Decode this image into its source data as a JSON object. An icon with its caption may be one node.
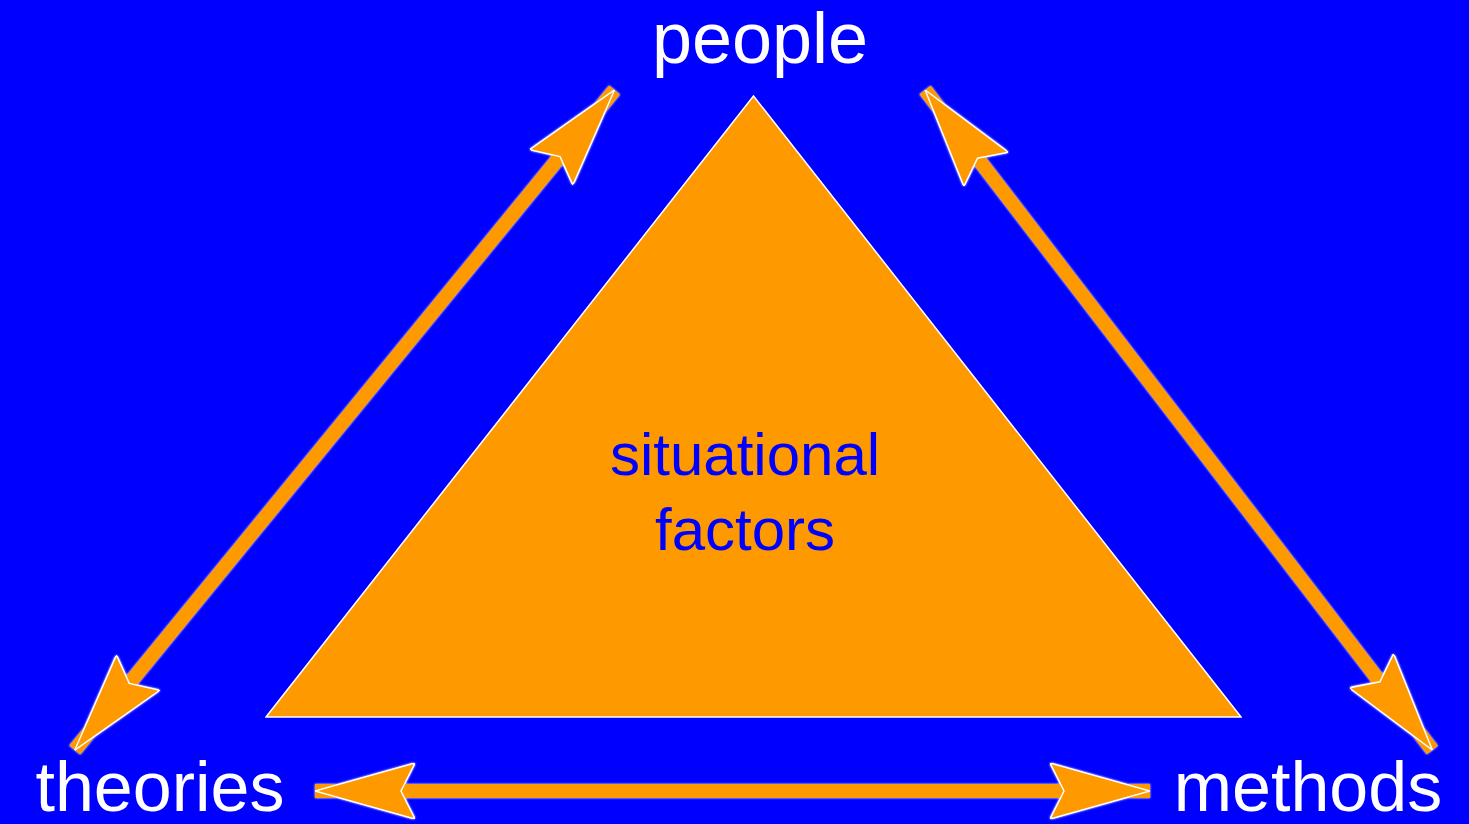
{
  "diagram": {
    "nodes": [
      {
        "text": [
          "people"
        ]
      },
      {
        "text": [
          "situational factors"
        ]
      },
      {
        "text": [
          "theories"
        ]
      },
      {
        "text": [
          "methods"
        ]
      }
    ],
    "edges": [
      {
        "from": 0,
        "to": 2,
        "arrow": "both"
      },
      {
        "from": 0,
        "to": 3,
        "arrow": "both"
      },
      {
        "from": 2,
        "to": 3,
        "arrow": "both"
      }
    ]
  }
}
